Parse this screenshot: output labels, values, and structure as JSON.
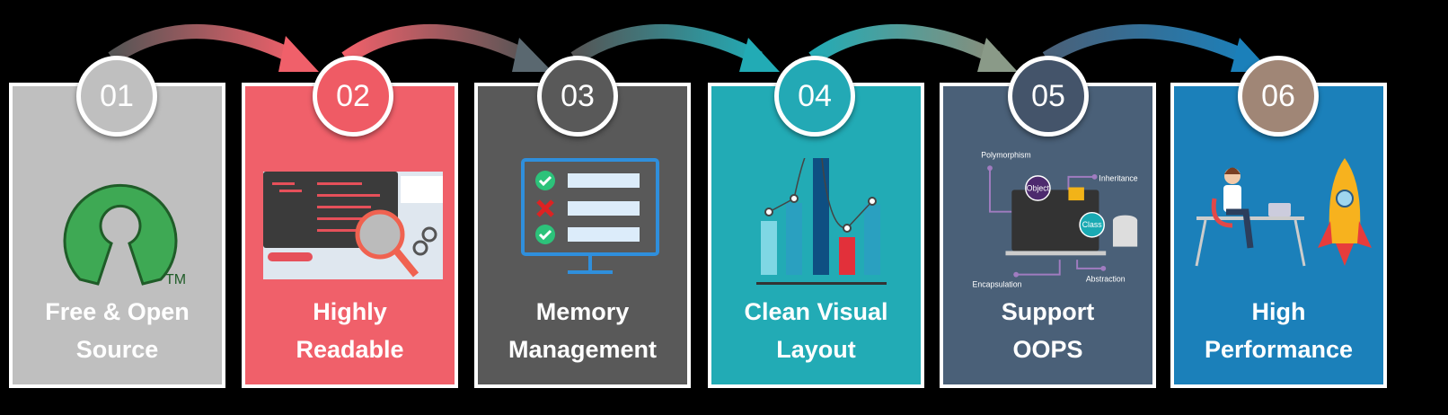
{
  "steps": [
    {
      "number": "01",
      "title_line1": "Free & Open",
      "title_line2": "Source",
      "icon": "open-source-logo",
      "color": "#bfbfbf",
      "circle_color": "#bfbfbf",
      "tm": "TM"
    },
    {
      "number": "02",
      "title_line1": "Highly",
      "title_line2": "Readable",
      "icon": "code-magnifier",
      "color": "#f0606a",
      "circle_color": "#ef5b65"
    },
    {
      "number": "03",
      "title_line1": "Memory",
      "title_line2": "Management",
      "icon": "checklist-monitor",
      "color": "#595959",
      "circle_color": "#595959"
    },
    {
      "number": "04",
      "title_line1": "Clean Visual",
      "title_line2": "Layout",
      "icon": "bar-chart",
      "color": "#22abb5",
      "circle_color": "#23a9b5"
    },
    {
      "number": "05",
      "title_line1": "Support",
      "title_line2": "OOPS",
      "icon": "oop-laptop",
      "color": "#4a6078",
      "circle_color": "#44546a",
      "oop_labels": {
        "polymorphism": "Polymorphism",
        "inheritance": "Inheritance",
        "object": "Object",
        "class": "Class",
        "encapsulation": "Encapsulation",
        "abstraction": "Abstraction"
      }
    },
    {
      "number": "06",
      "title_line1": "High",
      "title_line2": "Performance",
      "icon": "rocket-desk",
      "color": "#1b80ba",
      "circle_color": "#a08676"
    }
  ]
}
